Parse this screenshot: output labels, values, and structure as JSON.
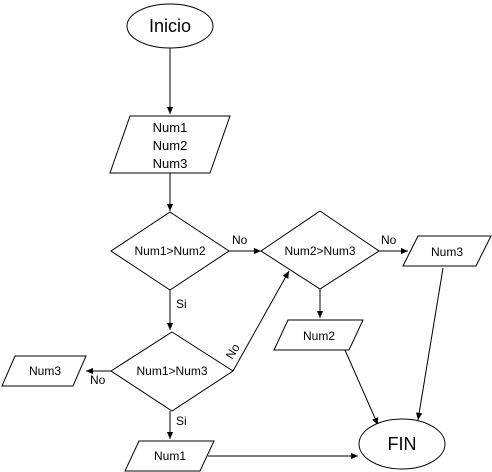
{
  "start": {
    "label": "Inicio"
  },
  "input": {
    "lines": [
      "Num1",
      "Num2",
      "Num3"
    ]
  },
  "decisions": {
    "d1": {
      "label": "Num1>Num2"
    },
    "d2": {
      "label": "Num2>Num3"
    },
    "d3": {
      "label": "Num1>Num3"
    }
  },
  "outputs": {
    "o_num3_right": {
      "label": "Num3"
    },
    "o_num2": {
      "label": "Num2"
    },
    "o_num3_left": {
      "label": "Num3"
    },
    "o_num1": {
      "label": "Num1"
    }
  },
  "end": {
    "label": "FIN"
  },
  "edge_labels": {
    "d1_no": "No",
    "d1_si": "Si",
    "d2_no": "No",
    "d3_no_left": "No",
    "d3_no_up": "No",
    "d3_si": "Si"
  }
}
